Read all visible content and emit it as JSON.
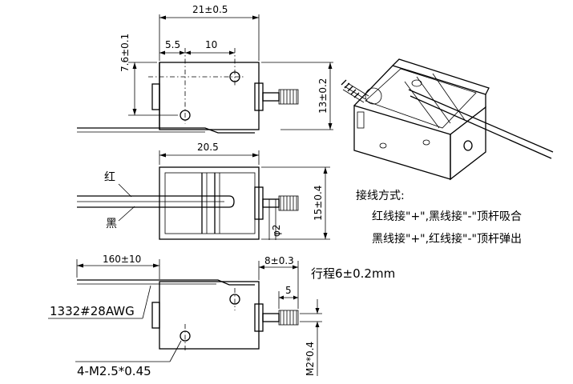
{
  "dimensions": {
    "top_width": "21±0.5",
    "left_5_5": "5.5",
    "hole_10": "10",
    "height_7_6": "7.6±0.1",
    "height_13": "13±0.2",
    "mid_width": "20.5",
    "mid_height": "15±0.4",
    "shaft_dia": "φ2",
    "lead_length": "160±10",
    "shaft_8": "8±0.3",
    "shaft_5": "5",
    "thread": "M2*0.4"
  },
  "labels": {
    "red_wire": "红",
    "black_wire": "黑",
    "wire_spec": "1332#28AWG",
    "mount_holes": "4-M2.5*0.45",
    "stroke": "行程6±0.2mm"
  },
  "wiring": {
    "title": "接线方式:",
    "line1": "红线接\"+\",黑线接\"-\"顶杆吸合",
    "line2": "黑线接\"+\",红线接\"-\"顶杆弹出"
  }
}
